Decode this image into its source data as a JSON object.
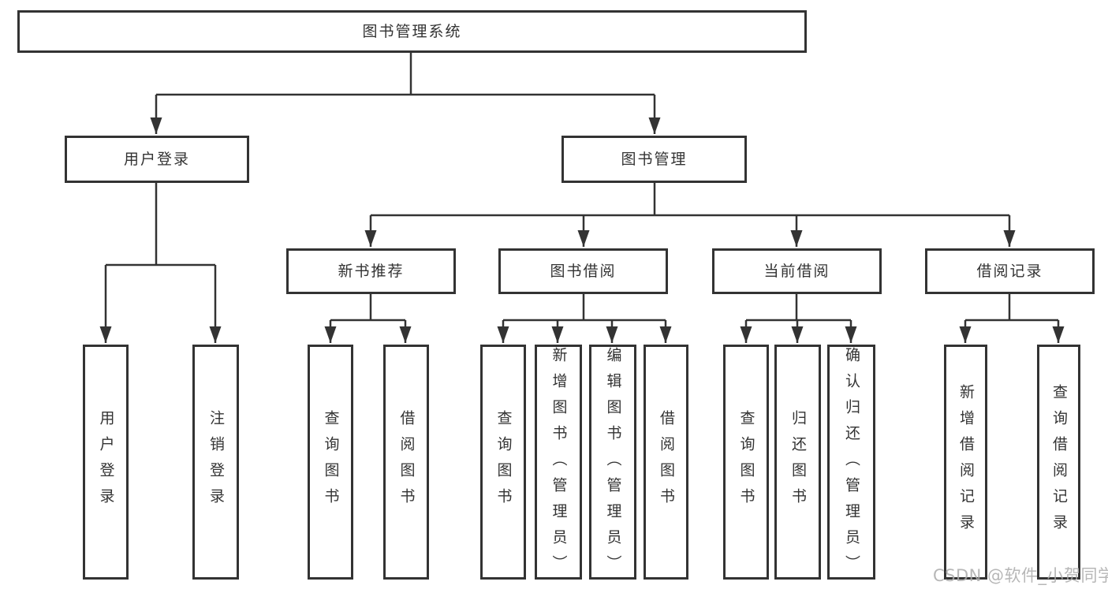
{
  "diagram_title": "图书管理系统",
  "tree": {
    "root": {
      "label": "图书管理系统"
    },
    "branches": [
      {
        "label": "用户登录",
        "children": [
          {
            "label": "用户登录"
          },
          {
            "label": "注销登录"
          }
        ]
      },
      {
        "label": "图书管理",
        "children": [
          {
            "label": "新书推荐",
            "children": [
              {
                "label": "查询图书"
              },
              {
                "label": "借阅图书"
              }
            ]
          },
          {
            "label": "图书借阅",
            "children": [
              {
                "label": "查询图书"
              },
              {
                "label": "新增图书（管理员）"
              },
              {
                "label": "编辑图书（管理员）"
              },
              {
                "label": "借阅图书"
              }
            ]
          },
          {
            "label": "当前借阅",
            "children": [
              {
                "label": "查询图书"
              },
              {
                "label": "归还图书"
              },
              {
                "label": "确认归还（管理员）"
              }
            ]
          },
          {
            "label": "借阅记录",
            "children": [
              {
                "label": "新增借阅记录"
              },
              {
                "label": "查询借阅记录"
              }
            ]
          }
        ]
      }
    ]
  },
  "watermark": {
    "text": "CSDN @软件_小贺同学"
  },
  "colors": {
    "line": "#333333",
    "box_border": "#333333",
    "text": "#333333",
    "background": "#ffffff",
    "watermark": "#ababab"
  }
}
